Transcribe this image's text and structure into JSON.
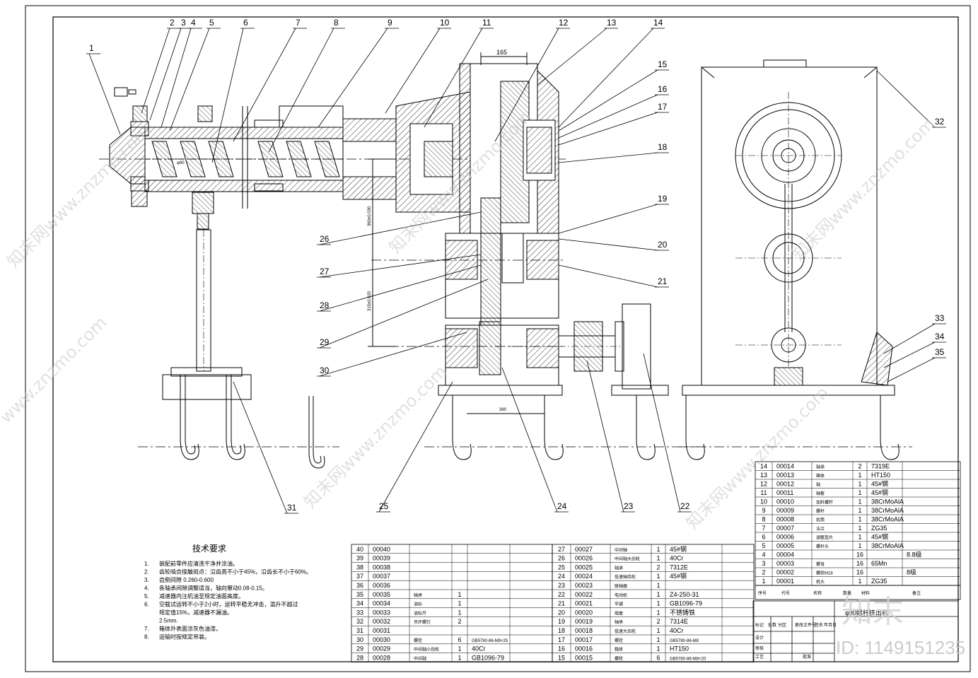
{
  "callouts": [
    "1",
    "2",
    "3",
    "4",
    "5",
    "6",
    "7",
    "8",
    "9",
    "10",
    "11",
    "12",
    "13",
    "14",
    "15",
    "16",
    "17",
    "18",
    "19",
    "20",
    "21",
    "22",
    "23",
    "24",
    "25",
    "26",
    "27",
    "28",
    "29",
    "30",
    "31",
    "32",
    "33",
    "34",
    "35"
  ],
  "dimensions": {
    "top_width": "165",
    "base_width": "380",
    "d1": "φ90",
    "d2": "360±0.030",
    "d3": "315±0.020"
  },
  "tech_requirements": {
    "title": "技术要求",
    "items": [
      {
        "n": "1.",
        "t": "装配前零件应清洗干净并涂油。"
      },
      {
        "n": "2.",
        "t": "齿轮啮合接触斑点：沿齿高不小于45%，沿齿长不小于60%。"
      },
      {
        "n": "3.",
        "t": "齿侧间隙 0.260-0.600"
      },
      {
        "n": "4.",
        "t": "各轴承间隙调整适当，轴向窜动0.08-0.15。"
      },
      {
        "n": "5.",
        "t": "减速器内注机油至规定油面高度。"
      },
      {
        "n": "6.",
        "t": "空载试运转不小于2小时，运转平稳无冲击，温升不超过"
      },
      {
        "n": "",
        "t": "规定值15%，减速器不漏油。"
      },
      {
        "n": "",
        "t": "2.5mm."
      },
      {
        "n": "7.",
        "t": "箱体外表面涂灰色油漆。"
      },
      {
        "n": "8.",
        "t": "运输时按规定吊装。"
      }
    ]
  },
  "bom_left": [
    [
      "40",
      "00040",
      "",
      "",
      ""
    ],
    [
      "39",
      "00039",
      "",
      "",
      ""
    ],
    [
      "38",
      "00038",
      "",
      "",
      ""
    ],
    [
      "37",
      "00037",
      "",
      "",
      ""
    ],
    [
      "36",
      "00036",
      "",
      "",
      ""
    ],
    [
      "35",
      "00035",
      "轴承",
      "1",
      ""
    ],
    [
      "34",
      "00034",
      "油标",
      "1",
      ""
    ],
    [
      "33",
      "00033",
      "油标尺",
      "1",
      ""
    ],
    [
      "32",
      "00032",
      "吊环螺钉",
      "2",
      ""
    ],
    [
      "31",
      "00031",
      "",
      "",
      ""
    ],
    [
      "30",
      "00030",
      "螺栓",
      "6",
      "GB5780-86-M8×25"
    ],
    [
      "29",
      "00029",
      "中间轴小齿轮",
      "1",
      "40Cr"
    ],
    [
      "28",
      "00028",
      "中间轴",
      "1",
      "GB1096-79"
    ]
  ],
  "bom_mid": [
    [
      "27",
      "00027",
      "中间轴",
      "1",
      "45#钢"
    ],
    [
      "26",
      "00026",
      "中间轴大齿轮",
      "1",
      "40Cr"
    ],
    [
      "25",
      "00025",
      "轴承",
      "2",
      "7312E"
    ],
    [
      "24",
      "00024",
      "低速轴齿轮",
      "1",
      "45#钢"
    ],
    [
      "23",
      "00023",
      "联轴器",
      "1",
      ""
    ],
    [
      "22",
      "00022",
      "电动机",
      "1",
      "Z4-250-31"
    ],
    [
      "21",
      "00021",
      "平键",
      "1",
      "GB1096-79"
    ],
    [
      "20",
      "00020",
      "端盖",
      "1",
      "不锈铸铁"
    ],
    [
      "19",
      "00019",
      "轴承",
      "2",
      "7314E"
    ],
    [
      "18",
      "00018",
      "低速大齿轮",
      "1",
      "40Cr"
    ],
    [
      "17",
      "00017",
      "螺栓",
      "1",
      "GB5780-86-M8"
    ],
    [
      "16",
      "00016",
      "箱体",
      "1",
      "HT150"
    ],
    [
      "15",
      "00015",
      "螺栓",
      "6",
      "GB5780-86-M8×20"
    ]
  ],
  "bom_right": [
    [
      "14",
      "00014",
      "轴承",
      "2",
      "7319E"
    ],
    [
      "13",
      "00013",
      "箱体",
      "1",
      "HT150"
    ],
    [
      "12",
      "00012",
      "轴",
      "1",
      "45#钢"
    ],
    [
      "11",
      "00011",
      "轴套",
      "1",
      "45#钢"
    ],
    [
      "10",
      "00010",
      "加料螺杆",
      "1",
      "38CrMoAlA"
    ],
    [
      "9",
      "00009",
      "螺杆",
      "1",
      "38CrMoAlA"
    ],
    [
      "8",
      "00008",
      "机筒",
      "1",
      "38CrMoAlA"
    ],
    [
      "7",
      "00007",
      "法兰",
      "1",
      "ZG35"
    ],
    [
      "6",
      "00006",
      "调整垫片",
      "1",
      "45#钢"
    ],
    [
      "5",
      "00005",
      "螺杆头",
      "1",
      "38CrMoAlA"
    ],
    [
      "4",
      "00004",
      "",
      "16",
      "",
      "8.8级"
    ],
    [
      "3",
      "00003",
      "螺母",
      "16",
      "65Mn"
    ],
    [
      "2",
      "00002",
      "螺栓M18",
      "16",
      "",
      "8级"
    ],
    [
      "1",
      "00001",
      "机头",
      "1",
      "ZG35"
    ]
  ],
  "bom_header": [
    "序号",
    "代号",
    "名称",
    "数量",
    "材料",
    "备注"
  ],
  "title_block": {
    "name": "φ90螺杆挤出机",
    "rows": [
      "标记",
      "处数",
      "分区",
      "更改文件号",
      "签名",
      "年月日"
    ],
    "roles": [
      "设计",
      "审核",
      "工艺",
      "批准"
    ]
  },
  "watermarks": [
    "知末网www.znzmo.com",
    "www.znzmo.com"
  ],
  "brand": {
    "logo": "知末",
    "id": "ID: 1149151235"
  }
}
